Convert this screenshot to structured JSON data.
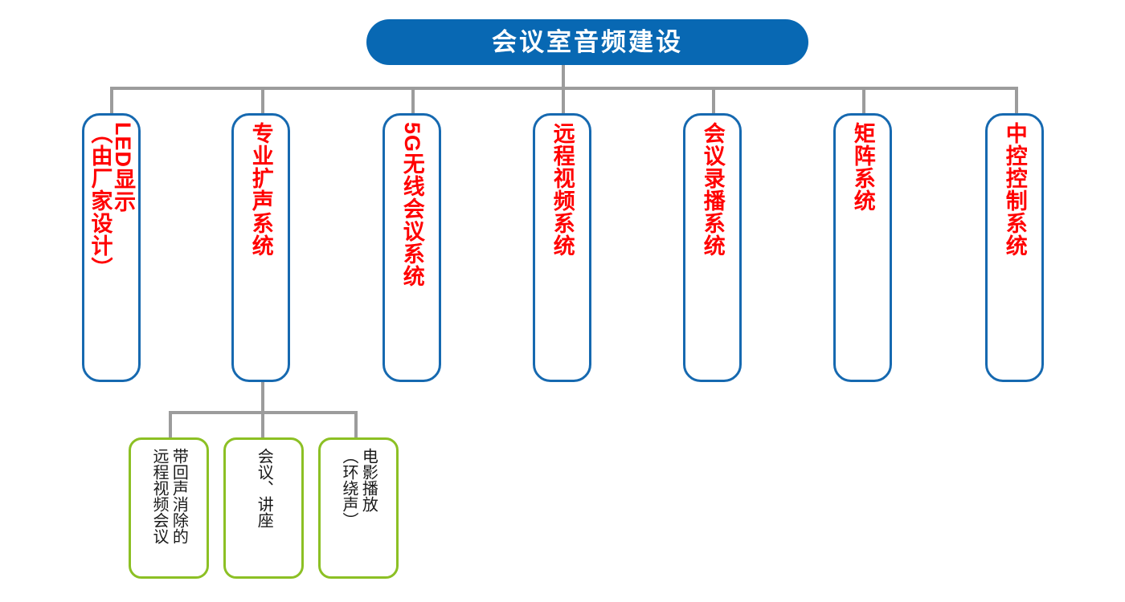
{
  "diagram": {
    "title": "会议室音频建设",
    "colors": {
      "root_fill": "#0868B3",
      "root_text": "#FFFFFF",
      "level1_border": "#1669B0",
      "level1_text": "#FF0000",
      "level2_border": "#8CC024",
      "level2_text": "#1A1A1A",
      "connector": "#9C9C9C"
    },
    "level1": [
      {
        "id": "led-display",
        "label": "LED显示（由厂家设计）",
        "col_a": "LED显示",
        "col_b": "（由厂家设计）"
      },
      {
        "id": "pro-sound",
        "label": "专业扩声系统",
        "col_a": "专业扩声系统",
        "col_b": ""
      },
      {
        "id": "wireless-5g",
        "label": "5G无线会议系统",
        "col_a": "5G无线会议系统",
        "col_b": ""
      },
      {
        "id": "remote-video",
        "label": "远程视频系统",
        "col_a": "远程视频系统",
        "col_b": ""
      },
      {
        "id": "conference-recording",
        "label": "会议录播系统",
        "col_a": "会议录播系统",
        "col_b": ""
      },
      {
        "id": "matrix",
        "label": "矩阵系统",
        "col_a": "矩阵系统",
        "col_b": ""
      },
      {
        "id": "central-control",
        "label": "中控控制系统",
        "col_a": "中控控制系统",
        "col_b": ""
      }
    ],
    "level2": [
      {
        "id": "aec-remote-video",
        "label": "带回声消除的远程视频会议",
        "col_a": "带回声消除的",
        "col_b": "远程视频会议"
      },
      {
        "id": "meeting-lecture",
        "label": "会议、讲座",
        "col_a": "会议、讲座",
        "col_b": ""
      },
      {
        "id": "movie-playback",
        "label": "电影播放（环绕声）",
        "col_a": "电影播放",
        "col_b": "（环绕声）"
      }
    ]
  }
}
